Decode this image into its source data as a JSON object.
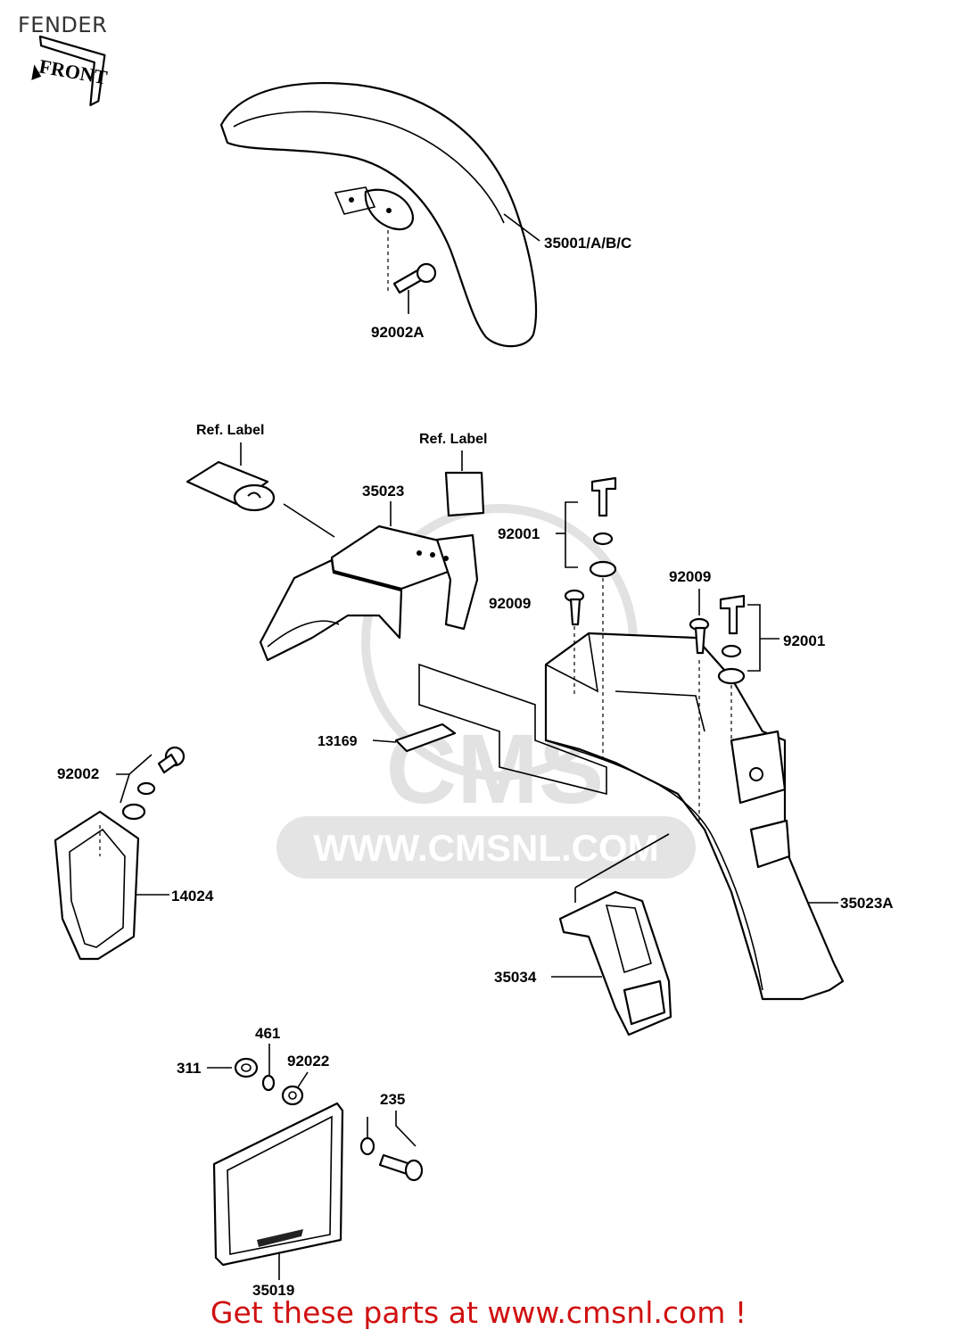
{
  "title": "FENDER",
  "front_marker": "FRONT",
  "watermark": {
    "brand": "CMS",
    "url": "WWW.CMSNL.COM"
  },
  "labels": {
    "ref_label_1": "Ref. Label",
    "ref_label_2": "Ref. Label",
    "front_fender": "35001/A/B/C",
    "front_fender_bolt": "92002A",
    "rear_fender_front": "35023",
    "rear_fender_rear": "35023A",
    "bolt_92001_left": "92001",
    "bolt_92001_right": "92001",
    "screw_92009_left": "92009",
    "screw_92009_right": "92009",
    "bracket_13169": "13169",
    "bolt_92002": "92002",
    "cover_14024": "14024",
    "bracket_35034": "35034",
    "nut_311": "311",
    "washer_461": "461",
    "washer_92022": "92022",
    "screw_235": "235",
    "plate_35019": "35019"
  },
  "footer": "Get these parts at www.cmsnl.com !"
}
